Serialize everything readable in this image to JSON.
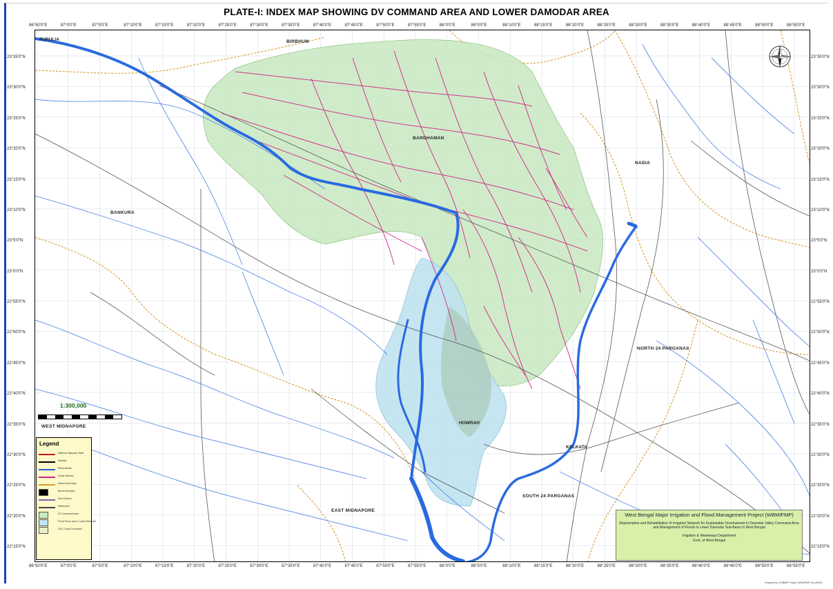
{
  "title": "PLATE-I: INDEX MAP SHOWING DV COMMAND AREA AND LOWER DAMODAR AREA",
  "longitude_ticks": [
    "86°50'0\"E",
    "87°0'0\"E",
    "87°5'0\"E",
    "87°10'0\"E",
    "87°15'0\"E",
    "87°20'0\"E",
    "87°25'0\"E",
    "87°30'0\"E",
    "87°35'0\"E",
    "87°40'0\"E",
    "87°45'0\"E",
    "87°50'0\"E",
    "87°55'0\"E",
    "88°0'0\"E",
    "88°5'0\"E",
    "88°10'0\"E",
    "88°15'0\"E",
    "88°20'0\"E",
    "88°25'0\"E",
    "88°30'0\"E",
    "88°35'0\"E",
    "88°40'0\"E",
    "88°45'0\"E",
    "88°50'0\"E",
    "88°55'0\"E"
  ],
  "latitude_ticks": [
    "23°35'0\"N",
    "23°30'0\"N",
    "23°25'0\"N",
    "23°20'0\"N",
    "23°15'0\"N",
    "23°10'0\"N",
    "23°5'0\"N",
    "23°0'0\"N",
    "22°55'0\"N",
    "22°50'0\"N",
    "22°45'0\"N",
    "22°40'0\"N",
    "22°35'0\"N",
    "22°30'0\"N",
    "22°25'0\"N",
    "22°20'0\"N",
    "22°15'0\"N"
  ],
  "places": {
    "birbhum": "BIRBHUM",
    "bardhaman": "BARDHAMAN",
    "bankura": "BANKURA",
    "nadia": "NADIA",
    "north_24_parganas": "NORTH 24 PARGANAS",
    "west_midnapore": "WEST MIDNAPORE",
    "east_midnapore": "EAST MIDNAPORE",
    "south_24_parganas": "SOUTH 24 PARGANAS",
    "kolkata": "KOLKATA",
    "howrah": "HOWRAH",
    "purulia": "PURULIA"
  },
  "scale": "1:300,000",
  "legend": {
    "title": "Legend",
    "items": [
      {
        "label": "National Highway/ State",
        "color": "#c21818",
        "symbol": "line"
      },
      {
        "label": "Railway",
        "color": "#000000",
        "symbol": "line"
      },
      {
        "label": "Rivers/Khals",
        "color": "#2060d8",
        "symbol": "line"
      },
      {
        "label": "Canal Network",
        "color": "#d0208a",
        "symbol": "line"
      },
      {
        "label": "District Boundary",
        "color": "#d89a30",
        "symbol": "line"
      },
      {
        "label": "Block Boundary",
        "color": "#000000",
        "symbol": "box"
      },
      {
        "label": "Sub-Division",
        "color": "#8a5cb0",
        "symbol": "line"
      },
      {
        "label": "Settlement",
        "color": "#444444",
        "symbol": "line"
      },
      {
        "label": "DV Command Area",
        "color": "#c8e8c0",
        "symbol": "box"
      },
      {
        "label": "Flood Prone Area / Lower Damodar",
        "color": "#c0e4f2",
        "symbol": "box"
      },
      {
        "label": "DVC Canal Command",
        "color": "#e8f0c8",
        "symbol": "box"
      }
    ]
  },
  "info_box": {
    "title": "West Bengal Major Irrigation and Flood Management Project (WBMIFMP)",
    "body": "Rejuvenation and Rehabilitation of Irrigation Network for Sustainable Development in Damodar Valley Command Area and Management of Floods in Lower Damodar Sub-Basin in West Bengal",
    "dept": "Irrigation & Waterways Department",
    "govt": "Govt. of West Bengal"
  },
  "credit": "Prepared by: DVBMIP Project, WBMIFMP Cell (WRD)",
  "colors": {
    "command_area": "#c8e8c0",
    "flood_area": "#bfe2f0",
    "river": "#2a6ae0",
    "canal": "#d02088",
    "district_boundary": "#d89a30",
    "road": "#555555",
    "frame_accent": "#1f3fb0"
  }
}
